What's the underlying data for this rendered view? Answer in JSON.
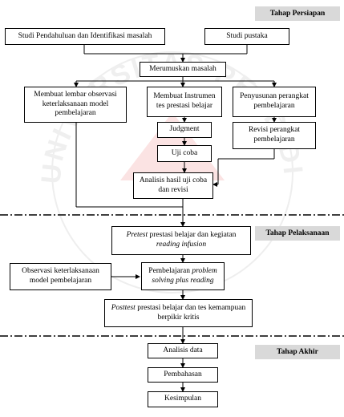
{
  "watermark": {
    "text": "UNIVERSITAS PENDIDIKAN INDONESIA",
    "logo": "university-seal"
  },
  "stages": {
    "persiapan": "Tahap Persiapan",
    "pelaksanaan": "Tahap Pelaksanaan",
    "akhir": "Tahap Akhir"
  },
  "nodes": {
    "studi_pendahuluan": "Studi Pendahuluan dan Identifikasi masalah",
    "studi_pustaka": "Studi pustaka",
    "merumuskan_masalah": "Merumuskan masalah",
    "lembar_observasi": "Membuat lembar observasi keterlaksanaan model pembelajaran",
    "instrumen": "Membuat Instrumen tes prestasi belajar",
    "penyusunan_perangkat": "Penyusunan perangkat pembelajaran",
    "judgment": "Judgment",
    "revisi_perangkat": "Revisi perangkat pembelajaran",
    "uji_coba": "Uji coba",
    "analisis_uji_coba": "Analisis hasil uji coba dan revisi",
    "pretest_italic": "Pretest",
    "pretest_rest": " prestasi belajar dan kegiatan",
    "pretest_line2": "reading infusion",
    "observasi": "Observasi keterlaksanaan model pembelajaran",
    "pembelajaran_plain": "Pembelajaran ",
    "pembelajaran_italic1": "problem",
    "pembelajaran_italic2": "solving plus reading",
    "posttest_italic": "Posttest",
    "posttest_rest": " prestasi belajar dan tes kemampuan berpikir kritis",
    "analisis_data": "Analisis data",
    "pembahasan": "Pembahasan",
    "kesimpulan": "Kesimpulan"
  }
}
